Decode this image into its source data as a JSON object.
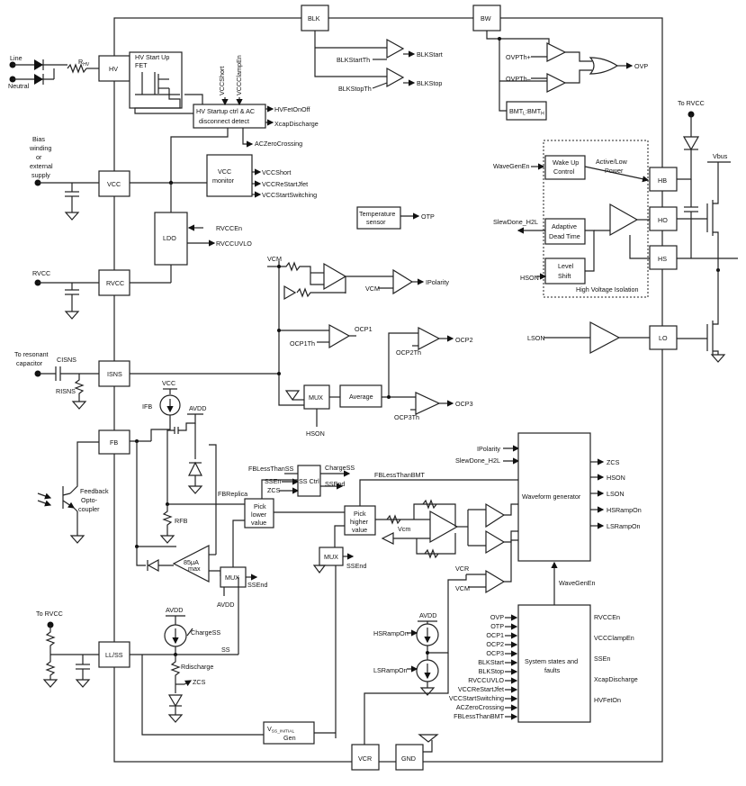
{
  "pins": {
    "hv": "HV",
    "vcc": "VCC",
    "rvcc": "RVCC",
    "isns": "ISNS",
    "fb": "FB",
    "llss": "LL/SS",
    "blk": "BLK",
    "bw": "BW",
    "hb": "HB",
    "ho": "HO",
    "hs": "HS",
    "lo": "LO",
    "vcr": "VCR",
    "gnd": "GND"
  },
  "external": {
    "line": "Line",
    "neutral": "Neutral",
    "rhv": "R",
    "rhv_sub": "HV",
    "bias_winding": [
      "Bias",
      "winding",
      "or",
      "external",
      "supply"
    ],
    "rvcc": "RVCC",
    "to_resonant_capacitor": [
      "To resonant",
      "capacitor"
    ],
    "cisns": "CISNS",
    "risns": "RISNS",
    "feedback_opto": [
      "Feedback",
      "Opto-",
      "coupler"
    ],
    "to_rvcc_left": "To RVCC",
    "to_rvcc_right": "To RVCC",
    "vbus": "Vbus"
  },
  "blocks": {
    "hv_startup_fet": [
      "HV Start Up",
      "FET"
    ],
    "hv_startup_ctrl": [
      "HV Startup ctrl & AC",
      "disconnect detect"
    ],
    "vcc_monitor": [
      "VCC",
      "monitor"
    ],
    "ldo": "LDO",
    "temperature_sensor": [
      "Temperature",
      "sensor"
    ],
    "wake_up_control": [
      "Wake Up",
      "Control"
    ],
    "adaptive_dead_time": [
      "Adaptive",
      "Dead Time"
    ],
    "level_shift": [
      "Level",
      "Shift"
    ],
    "high_voltage_isolation": "High Voltage Isolation",
    "mux_isns": "MUX",
    "average": "Average",
    "ss_ctrl": "SS Ctrl",
    "pick_lower_value": [
      "Pick",
      "lower",
      "value"
    ],
    "pick_higher_value": [
      "Pick",
      "higher",
      "value"
    ],
    "mux_ssend": "MUX",
    "mux_fb": "MUX",
    "waveform_generator": "Waveform generator",
    "system_states_faults": [
      "System states and",
      "faults"
    ],
    "vss_initial_gen": [
      "V",
      "Gen"
    ],
    "vss_initial_sub": "SS_INITIAL"
  },
  "signals": {
    "vccshort_top": "VCCShort",
    "vccclampen_top": "VCCClampEn",
    "hvfetonoff": "HVFetOnOff",
    "xcapdischarge_top": "XcapDischarge",
    "aczerocrossing_top": "ACZeroCrossing",
    "vccshort": "VCCShort",
    "vccrestartjfet": "VCCReStartJfet",
    "vccstartswitching": "VCCStartSwitching",
    "rvccen": "RVCCEn",
    "rvccuvlo": "RVCCUVLO",
    "otp": "OTP",
    "blkstartth": "BLKStartTh",
    "blkstopth": "BLKStopTh",
    "blkstart": "BLKStart",
    "blkstop": "BLKStop",
    "ovpth_plus": "OVPTh+",
    "ovpth_minus": "OVPTh–",
    "ovp": "OVP",
    "bmt": "BMT",
    "bmt_sub1": "L",
    "bmt_sep": ":BMT",
    "bmt_sub2": "H",
    "wavegenen_left": "WaveGenEn",
    "active_low_power": [
      "Active/Low",
      "Power"
    ],
    "slewdone_h2l_left": "SlewDone_H2L",
    "hson_left": "HSON",
    "lson_left": "LSON",
    "vcm_top": "VCM",
    "vcm_mid": "VCM",
    "ipolarity_out": "IPolarity",
    "ocp1": "OCP1",
    "ocp1th": "OCP1Th",
    "ocp2": "OCP2",
    "ocp2th": "OCP2Th",
    "ocp3": "OCP3",
    "ocp3th": "OCP3Th",
    "hson_mux": "HSON",
    "vcc_ifb": "VCC",
    "ifb": "IFB",
    "avdd_fb": "AVDD",
    "fbreplica": "FBReplica",
    "rfb": "RFB",
    "current_85ua": [
      "85μA",
      "max"
    ],
    "avdd_mux": "AVDD",
    "ssend_mux_fb": "SSEnd",
    "fblessthanss": "FBLessThanSS",
    "ssen": "SSEn",
    "zcs_ssctrl": "ZCS",
    "chargess_out": "ChargeSS",
    "ssend_out": "SSEnd",
    "fblessthanbmt": "FBLessThanBMT",
    "vcm_diff": "Vcm",
    "ssend_mux": "SSEnd",
    "vcr_wave": "VCR",
    "vcm_wave": "VCM",
    "ipolarity_in": "IPolarity",
    "slewdone_h2l_in": "SlewDone_H2L",
    "wave_out": [
      "ZCS",
      "HSON",
      "LSON",
      "HSRampOn",
      "LSRampOn"
    ],
    "wavegenen_state": "WaveGenEn",
    "avdd_ramp": "AVDD",
    "hsrampon_in": "HSRampOn",
    "lsrampon_in": "LSRampOn",
    "state_in": [
      "OVP",
      "OTP",
      "OCP1",
      "OCP2",
      "OCP3",
      "BLKStart",
      "BLKStop",
      "RVCCUVLO",
      "VCCReStartJfet",
      "VCCStartSwitching",
      "ACZeroCrossing",
      "FBLessThanBMT"
    ],
    "state_out": [
      "RVCCEn",
      "VCCClampEn",
      "SSEn",
      "XcapDischarge",
      "HVFetOn"
    ],
    "avdd_ss": "AVDD",
    "chargess_ss": "ChargeSS",
    "ss_line": "SS",
    "rdischarge": "Rdischarge",
    "zcs_ss": "ZCS"
  }
}
